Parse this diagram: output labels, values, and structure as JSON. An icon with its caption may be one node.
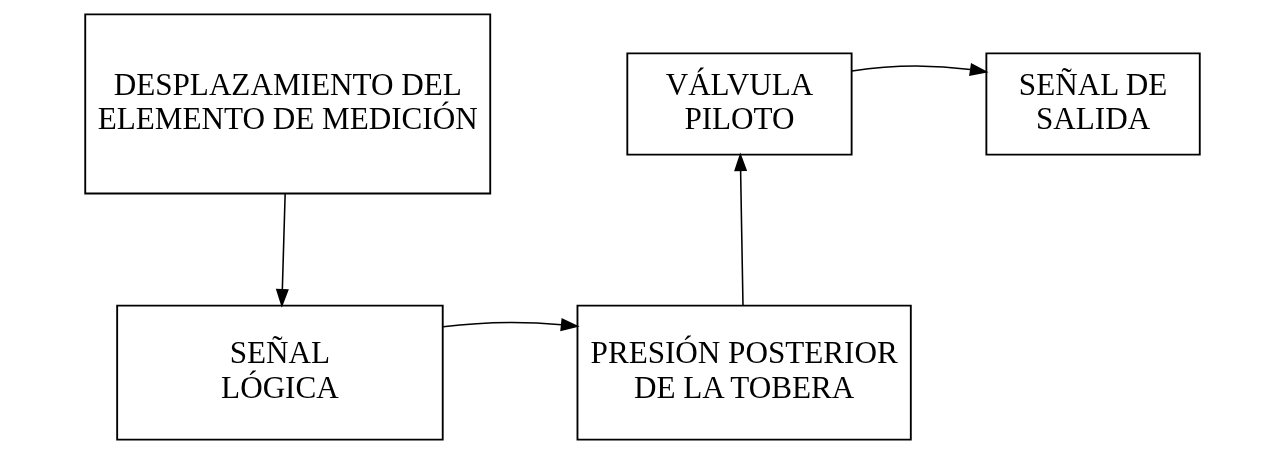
{
  "diagram": {
    "nodes": [
      {
        "text": [
          "DESPLAZAMIENTO DEL ELEMENTO DE MEDICIÓN"
        ]
      },
      {
        "text": [
          "VÁLVULA PILOTO"
        ]
      },
      {
        "text": [
          "SEÑAL DE SALIDA"
        ]
      },
      {
        "text": [
          "SEÑAL LÓGICA"
        ]
      },
      {
        "text": [
          "PRESIÓN POSTERIOR DE LA TOBERA"
        ]
      }
    ],
    "edges": [
      {
        "from": 0,
        "to": 3,
        "arrow": "to"
      },
      {
        "from": 3,
        "to": 4,
        "arrow": "to"
      },
      {
        "from": 4,
        "to": 1,
        "arrow": "to"
      },
      {
        "from": 1,
        "to": 2,
        "arrow": "to"
      }
    ]
  }
}
